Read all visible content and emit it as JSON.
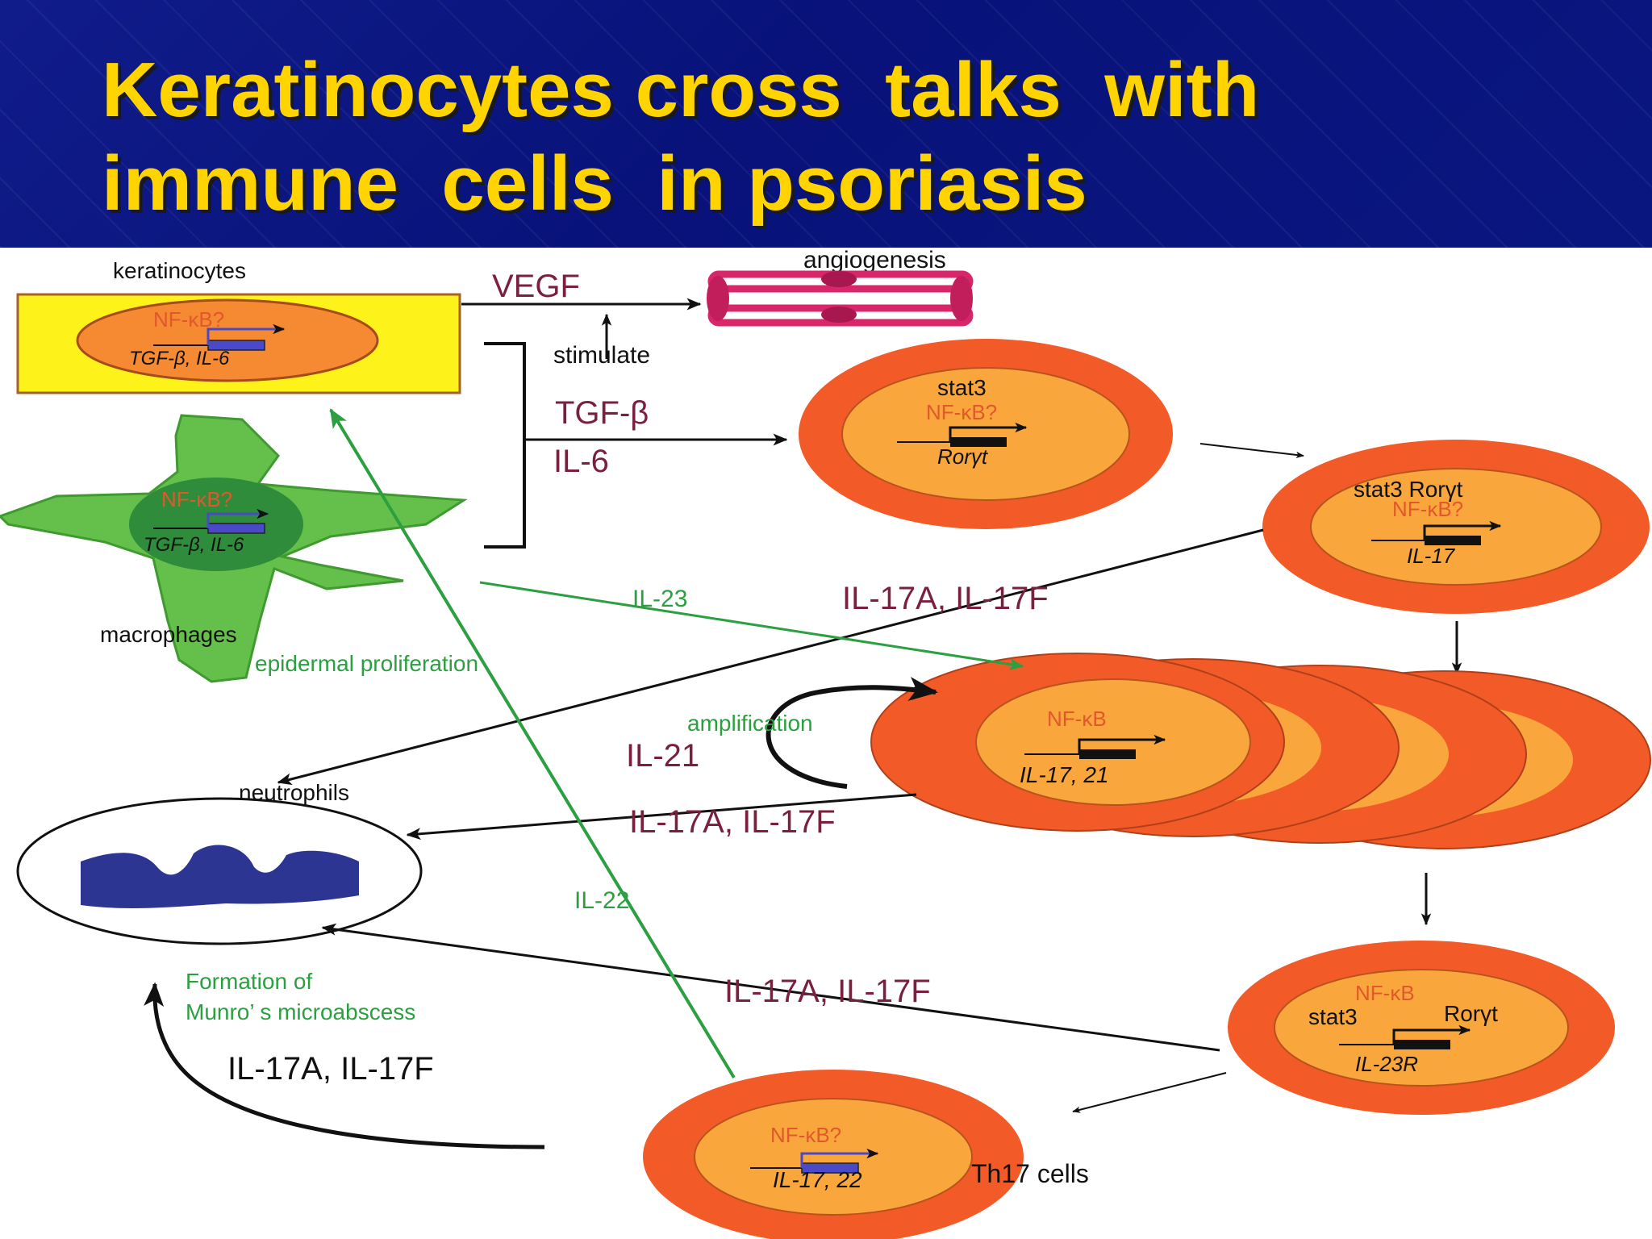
{
  "slide": {
    "title_line1": "Keratinocytes cross  talks  with",
    "title_line2": "immune  cells  in psoriasis"
  },
  "colors": {
    "header_bg": "#0a1680",
    "title_text": "#ffd400",
    "cell_outer": "#f25a28",
    "cell_inner": "#f9a73d",
    "keratinocyte_box": "#fdf21a",
    "macrophage": "#64c04a",
    "neutrophil_nucleus": "#2c3591",
    "cytokine_text": "#7a1f3d",
    "green_arrow": "#2ca040"
  },
  "diagram": {
    "labels": {
      "keratinocytes": "keratinocytes",
      "angiogenesis": "angiogenesis",
      "vegf": "VEGF",
      "stimulate": "stimulate",
      "tgf_beta": "TGF-β",
      "il6": "IL-6",
      "macrophages": "macrophages",
      "il23": "IL-23",
      "epidermal_proliferation": "epidermal proliferation",
      "amplification": "amplification",
      "il21": "IL-21",
      "neutrophils": "neutrophils",
      "il22": "IL-22",
      "formation_of": "Formation of",
      "munro": "Munro’ s microabscess",
      "th17_cells": "Th17 cells",
      "il17af_1": "IL-17A, IL-17F",
      "il17af_2": "IL-17A, IL-17F",
      "il17af_3": "IL-17A, IL-17F",
      "il17af_4": "IL-17A, IL-17F"
    },
    "keratinocyte_cell": {
      "tf": "NF-κB?",
      "genes": "TGF-β, IL-6"
    },
    "macrophage_cell": {
      "tf": "NF-κB?",
      "genes": "TGF-β, IL-6"
    },
    "cell_a": {
      "line1": "stat3",
      "tf": "NF-κB?",
      "gene": "Rorγt"
    },
    "cell_b": {
      "line1": "stat3  Rorγt",
      "tf": "NF-κB?",
      "gene": "IL-17"
    },
    "cell_c": {
      "tf": "NF-κB",
      "genes": "IL-17, 21"
    },
    "cell_d": {
      "tf": "NF-κB",
      "line2a": "stat3",
      "line2b": "Rorγt",
      "gene": "IL-23R"
    },
    "cell_e": {
      "tf": "NF-κB?",
      "genes": "IL-17, 22"
    }
  }
}
